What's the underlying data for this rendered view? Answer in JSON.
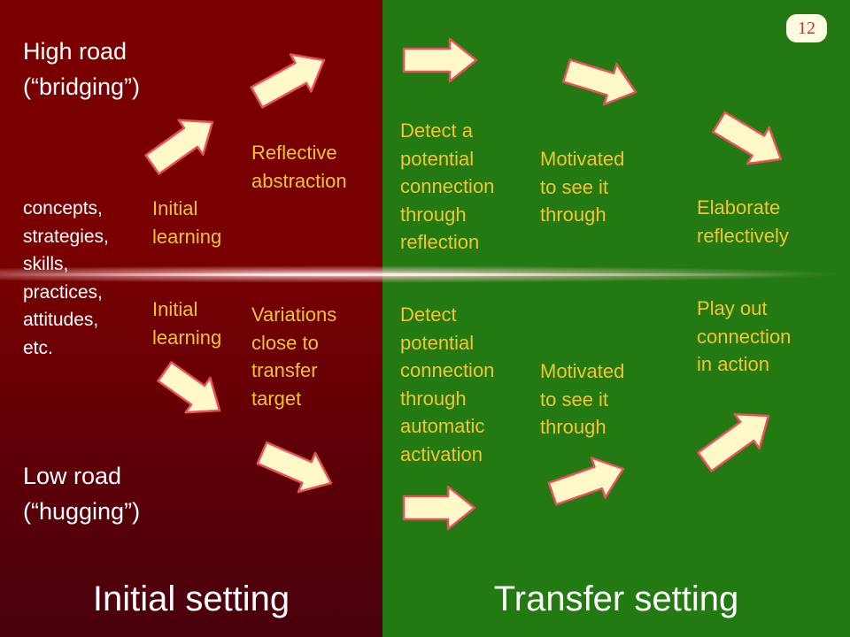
{
  "slide_number": "12",
  "colors": {
    "initial_panel": "#780000",
    "transfer_panel": "#237a12",
    "label_gold": "#f4c430",
    "arrow_fill": "#fff8c8",
    "arrow_stroke": "#e8505a"
  },
  "left": {
    "high_road": "High road\n(“bridging”)",
    "items": "concepts,\nstrategies,\nskills,\npractices,\nattitudes,\netc.",
    "low_road": "Low road\n(“hugging”)",
    "setting_label": "Initial setting"
  },
  "high": {
    "initial_learning": "Initial\nlearning",
    "reflective_abstraction": "Reflective\nabstraction",
    "detect": "Detect a\npotential\nconnection\nthrough\nreflection",
    "motivated": "Motivated\nto see it\nthrough",
    "elaborate": "Elaborate\nreflectively"
  },
  "low": {
    "initial_learning": "Initial\nlearning",
    "variations": "Variations\nclose to\ntransfer\ntarget",
    "detect": "Detect\npotential\nconnection\nthrough\nautomatic\nactivation",
    "motivated": "Motivated\nto see it\nthrough",
    "play_out": "Play out\nconnection\nin action"
  },
  "right": {
    "setting_label": "Transfer setting"
  },
  "arrows": [
    {
      "name": "high-arrow-1-icon",
      "direction": "up-right"
    },
    {
      "name": "high-arrow-2-icon",
      "direction": "up-right"
    },
    {
      "name": "high-arrow-3-icon",
      "direction": "right"
    },
    {
      "name": "high-arrow-4-icon",
      "direction": "down-right"
    },
    {
      "name": "high-arrow-5-icon",
      "direction": "down-right"
    },
    {
      "name": "low-arrow-1-icon",
      "direction": "down-right"
    },
    {
      "name": "low-arrow-2-icon",
      "direction": "down-right"
    },
    {
      "name": "low-arrow-3-icon",
      "direction": "right"
    },
    {
      "name": "low-arrow-4-icon",
      "direction": "up-right"
    },
    {
      "name": "low-arrow-5-icon",
      "direction": "up-right"
    }
  ]
}
